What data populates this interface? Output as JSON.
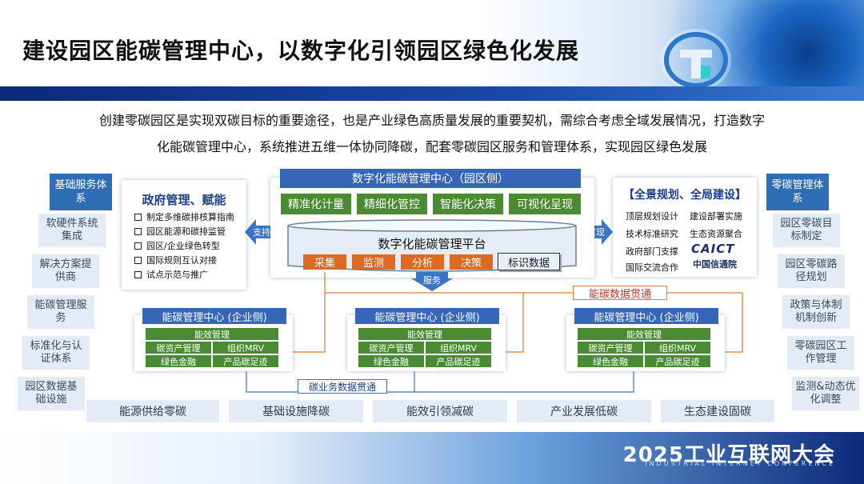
{
  "title": "建设园区能碳管理中心，以数字化引领园区绿色化发展",
  "intro": [
    "创建零碳园区是实现双碳目标的重要途径，也是产业绿色高质量发展的重要契机，需综合考虑全域发展情况，打造数字",
    "化能碳管理中心，系统推进五维一体协同降碳，配套零碳园区服务和管理体系，实现园区绿色发展"
  ],
  "left_column": {
    "title": "基础服务体系",
    "items": [
      "软硬件系统集成",
      "解决方案提供商",
      "能碳管理服务",
      "标准化与认证体系",
      "园区数据基础设施"
    ]
  },
  "right_column": {
    "title": "零碳管理体系",
    "items": [
      "园区零碳目标制定",
      "园区零碳路径规划",
      "政策与体制机制创新",
      "零碳园区工作管理",
      "监测&动态优化调整"
    ]
  },
  "government": {
    "title": "政府管理、赋能",
    "items": [
      "制定多维碳排核算指南",
      "园区能源和碳排监管",
      "园区/企业绿色转型",
      "国际规则互认对接",
      "试点示范与推广"
    ]
  },
  "center": {
    "header": "数字化能碳管理中心（园区侧）",
    "features": [
      "精准化计量",
      "精细化管控",
      "智能化决策",
      "可视化呈现"
    ],
    "platform_title": "数字化能碳管理平台",
    "platform_items": [
      "采集",
      "监测",
      "分析",
      "决策"
    ],
    "platform_extra": "标识数据",
    "support_label": "支持",
    "realize_label": "实现",
    "service_label": "服务"
  },
  "planning": {
    "title": "【全景规划、全局建设】",
    "items": [
      "顶层规划设计",
      "建设部署实施",
      "技术标准研究",
      "生态资源聚合",
      "政府部门支撑",
      "国际交流合作"
    ],
    "logo_text": "CAICT",
    "logo_sub": "中国信通院"
  },
  "enterprise": {
    "header": "能碳管理中心 (企业侧)",
    "rows": [
      [
        "能效管理"
      ],
      [
        "碳资产管理",
        "组织MRV"
      ],
      [
        "绿色金融",
        "产品碳足迹"
      ]
    ]
  },
  "links": {
    "data_link": "能碳数据贯通",
    "carbon_link": "碳业务数据贯通"
  },
  "bottom_row": [
    "能源供给零碳",
    "基础设施降碳",
    "能效引领减碳",
    "产业发展低碳",
    "生态建设固碳"
  ],
  "conference": {
    "name": "2025工业互联网大会",
    "sub": "INDUSTRIAL INTERNET CONFERENCE"
  },
  "colors": {
    "blue": "#3566b8",
    "green": "#4a8a33",
    "orange": "#dc6a22",
    "side_bg": "#e2ebf6"
  }
}
